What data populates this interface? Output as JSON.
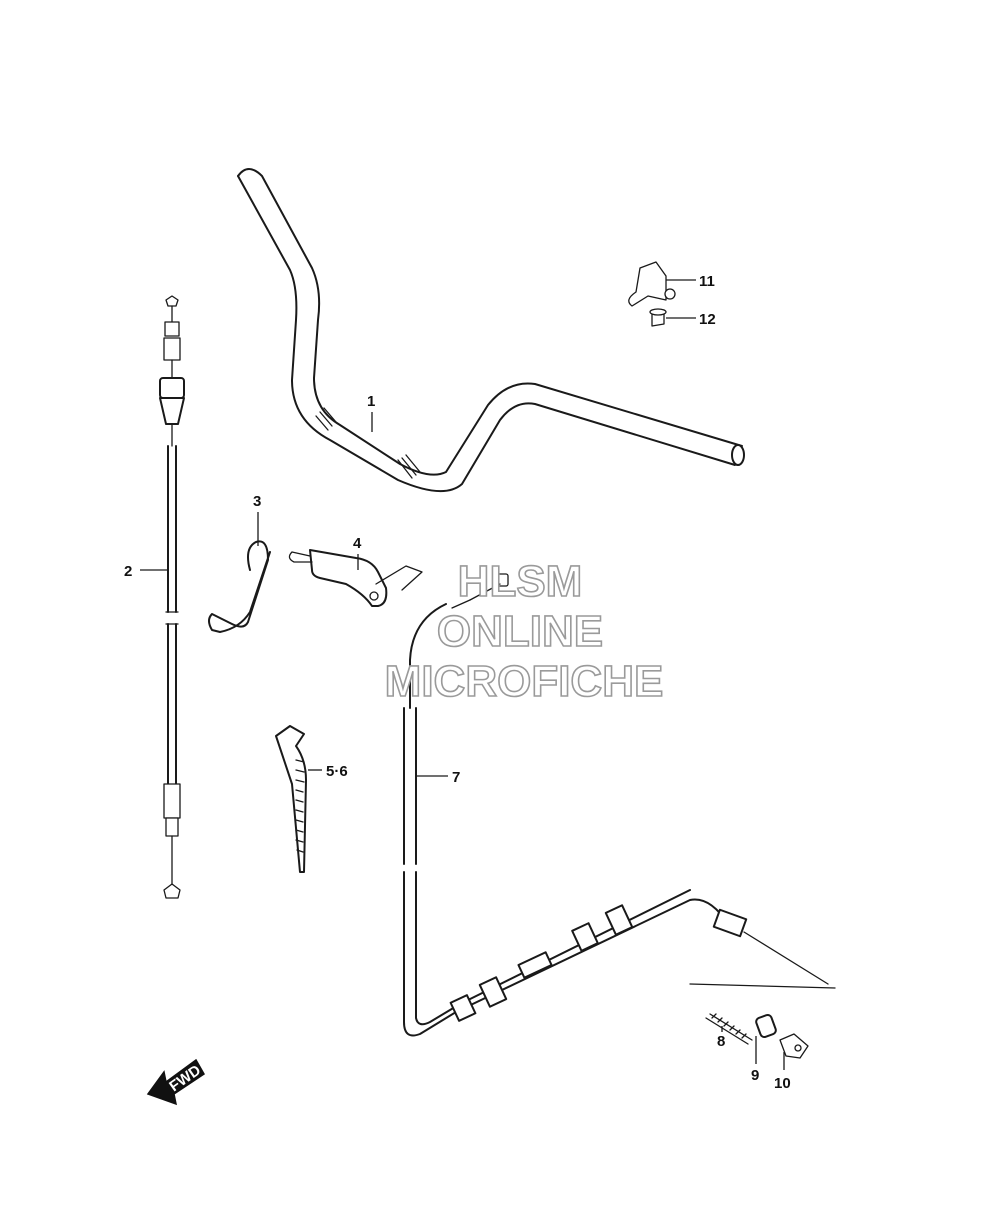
{
  "watermark": {
    "line1": "HLSM",
    "line2": "ONLINE",
    "line3": "MICROFICHE"
  },
  "direction_arrow": {
    "label": "FWD"
  },
  "callouts": {
    "c1": "1",
    "c2": "2",
    "c3": "3",
    "c4": "4",
    "c5_6": "5·6",
    "c7": "7",
    "c8": "8",
    "c9": "9",
    "c10": "10",
    "c11": "11",
    "c12": "12"
  }
}
